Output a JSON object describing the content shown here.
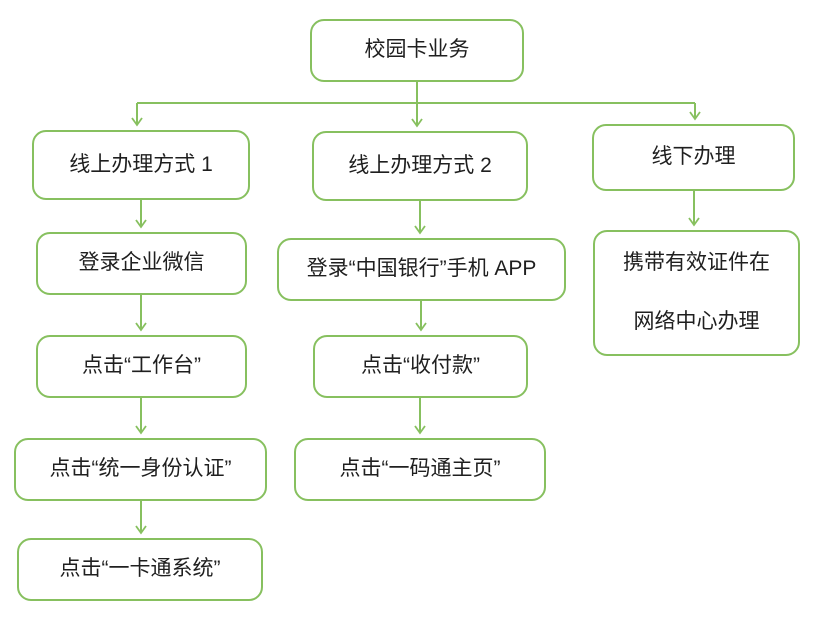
{
  "diagram": {
    "title": "campus-card-service-flowchart",
    "colors": {
      "node_border": "#87C05F",
      "arrow": "#87C05F",
      "text": "#1F1F1F",
      "background": "#FFFFFF"
    },
    "root": {
      "label": "校园卡业务"
    },
    "branches": [
      {
        "header": "线上办理方式 1",
        "steps": [
          "登录企业微信",
          "点击“工作台”",
          "点击“统一身份认证”",
          "点击“一卡通系统”"
        ]
      },
      {
        "header": "线上办理方式 2",
        "steps": [
          "登录“中国银行”手机 APP",
          "点击“收付款”",
          "点击“一码通主页”"
        ]
      },
      {
        "header": "线下办理",
        "steps": [
          "携带有效证件在\n网络中心办理"
        ]
      }
    ]
  }
}
